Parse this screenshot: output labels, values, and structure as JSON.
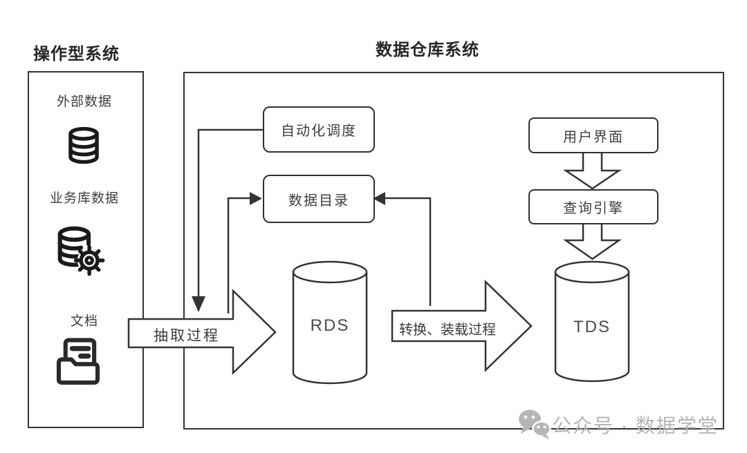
{
  "titles": {
    "operational": "操作型系统",
    "warehouse": "数据仓库系统"
  },
  "sources": [
    {
      "label": "外部数据",
      "icon": "database-icon"
    },
    {
      "label": "业务库数据",
      "icon": "database-gear-icon"
    },
    {
      "label": "文档",
      "icon": "folder-document-icon"
    }
  ],
  "nodes": {
    "scheduler": "自动化调度",
    "catalog": "数据目录",
    "ui": "用户界面",
    "query_engine": "查询引擎"
  },
  "stores": {
    "rds": "RDS",
    "tds": "TDS"
  },
  "processes": {
    "extract": "抽取过程",
    "transform_load": "转换、装载过程"
  },
  "watermark": {
    "icon": "wechat-icon",
    "text": "公众号 · 数据学堂"
  },
  "colors": {
    "line": "#333333",
    "node_border": "#2f2f2f",
    "text": "#3d3d3d",
    "title": "#262626",
    "store_label": "#4a4a4a",
    "watermark": "#b5b5b5",
    "background": "#ffffff",
    "icon": "#1a1a1a"
  }
}
